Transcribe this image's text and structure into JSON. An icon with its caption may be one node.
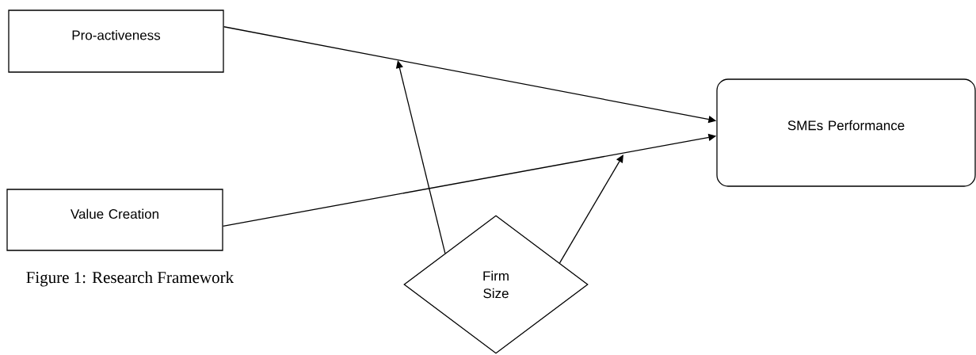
{
  "diagram": {
    "caption": "Figure 1: Research Framework",
    "nodes": [
      {
        "text": [
          "Pro-activeness"
        ]
      },
      {
        "text": [
          "Value Creation"
        ]
      },
      {
        "text": [
          "SMEs Performance"
        ]
      },
      {
        "text": [
          "Firm Size"
        ]
      }
    ],
    "edges": [
      {
        "from": 0,
        "to": 2,
        "arrow": "to"
      },
      {
        "from": 1,
        "to": 2,
        "arrow": "to"
      },
      {
        "from": 3,
        "to": null,
        "arrow": "to"
      },
      {
        "from": 3,
        "to": null,
        "arrow": "to"
      }
    ]
  }
}
